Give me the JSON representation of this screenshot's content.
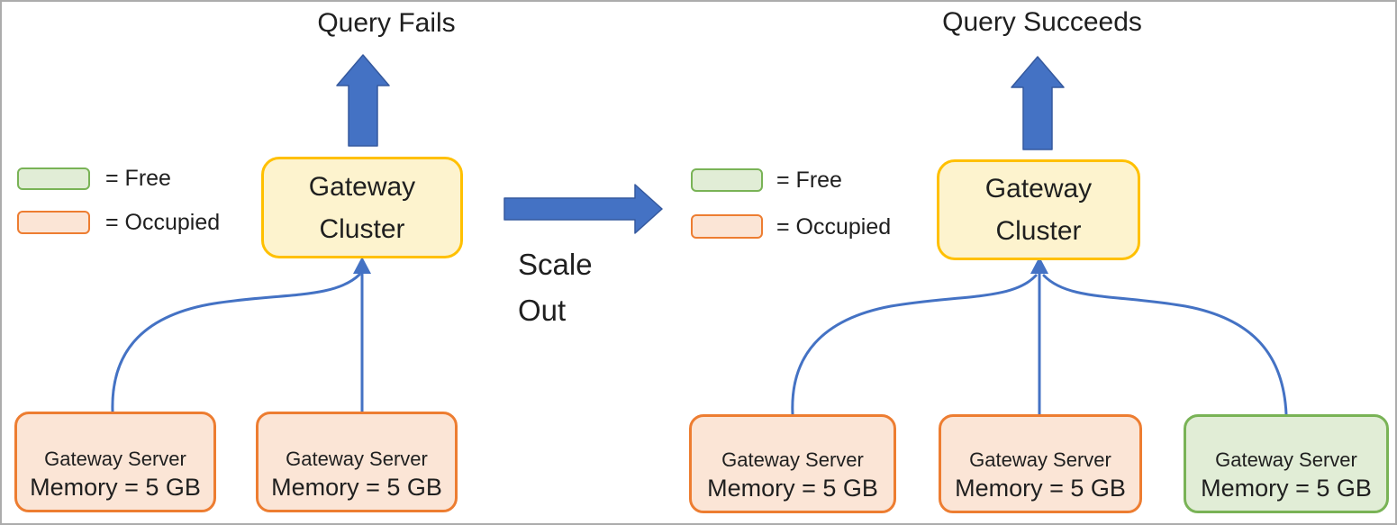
{
  "canvas": {
    "border_color": "#ACACAC",
    "background": "#FFFFFF"
  },
  "colors": {
    "arrow_blue": "#4472C4",
    "arrow_blue_edge": "#35599E",
    "connector_blue": "#4472C4",
    "free_fill": "#E1EDD6",
    "free_border": "#79B356",
    "occupied_fill": "#FBE5D6",
    "occupied_border": "#ED7D31",
    "cluster_fill": "#FDF3CE",
    "cluster_border": "#FFC000",
    "text_color": "#1F1F1F"
  },
  "left_panel": {
    "title": "Query Fails",
    "cluster_label": "Gateway\nCluster",
    "legend": {
      "free_label": "= Free",
      "occupied_label": "= Occupied"
    },
    "servers": [
      {
        "name": "Gateway Server",
        "memory": "Memory = 5 GB",
        "state": "occupied"
      },
      {
        "name": "Gateway Server",
        "memory": "Memory = 5 GB",
        "state": "occupied"
      }
    ]
  },
  "transition": {
    "label": "Scale\nOut"
  },
  "right_panel": {
    "title": "Query Succeeds",
    "cluster_label": "Gateway\nCluster",
    "legend": {
      "free_label": "= Free",
      "occupied_label": "= Occupied"
    },
    "servers": [
      {
        "name": "Gateway Server",
        "memory": "Memory = 5 GB",
        "state": "occupied"
      },
      {
        "name": "Gateway Server",
        "memory": "Memory = 5 GB",
        "state": "occupied"
      },
      {
        "name": "Gateway Server",
        "memory": "Memory = 5 GB",
        "state": "free"
      }
    ]
  }
}
